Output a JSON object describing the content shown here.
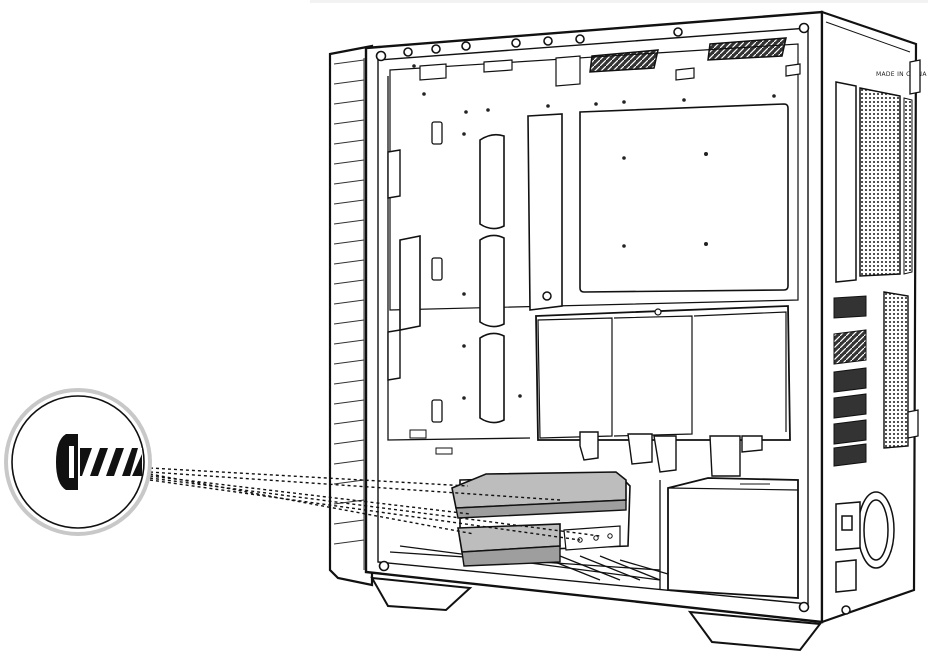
{
  "figure": {
    "subject": "pc-case-side-view",
    "callout": "screw-detail",
    "step": "install-hard-drives-into-cage"
  },
  "labels": {
    "made_in": "MADE IN CHINA"
  },
  "icons": [
    "screw-icon"
  ],
  "colors": {
    "line": "#111111",
    "drive_fill": "#b9b9b9",
    "callout_ring": "#c8c8c8",
    "panel_fill": "#ffffff"
  }
}
